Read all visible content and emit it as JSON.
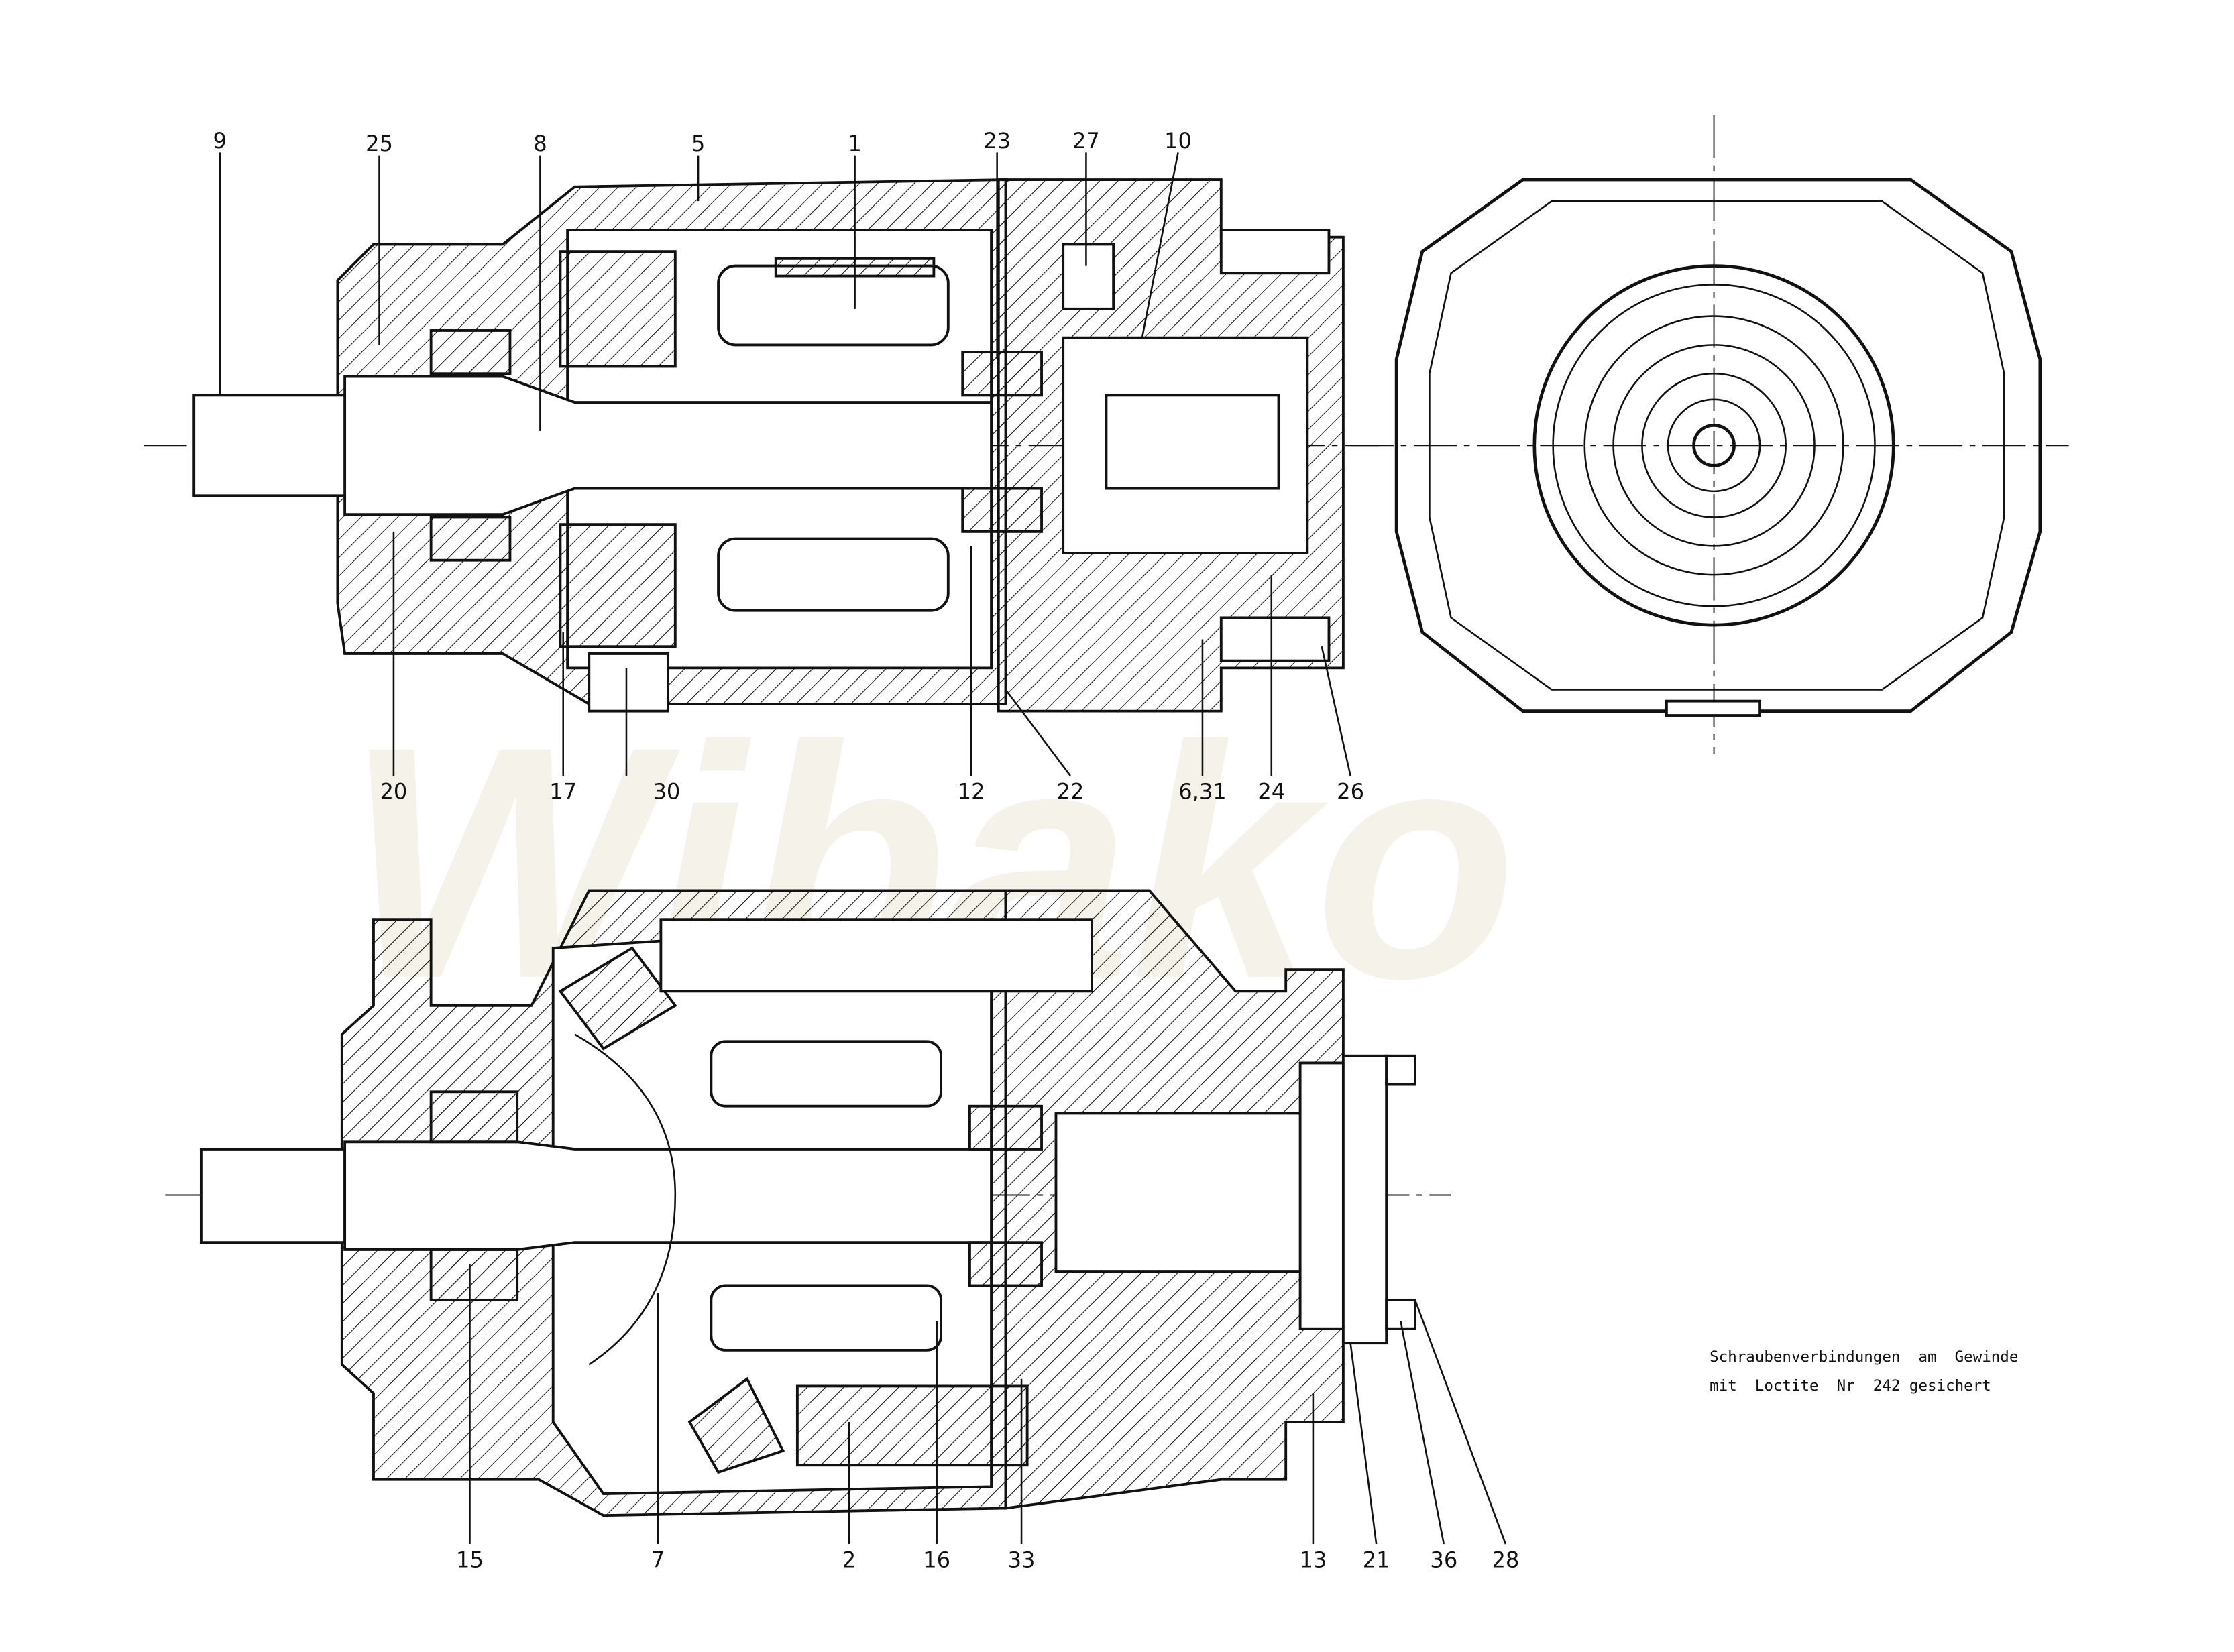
{
  "watermark": "Wibako",
  "top_view_labels": {
    "top": [
      "9",
      "25",
      "8",
      "5",
      "1",
      "23",
      "27",
      "10"
    ],
    "bottom": [
      "20",
      "17",
      "30",
      "12",
      "22",
      "6,31",
      "24",
      "26"
    ]
  },
  "lower_view_labels": [
    "15",
    "7",
    "2",
    "16",
    "33",
    "13",
    "21",
    "36",
    "28"
  ],
  "note": {
    "line1": "Schraubenverbindungen  am  Gewinde",
    "line2": "mit  Loctite  Nr  242 gesichert"
  }
}
